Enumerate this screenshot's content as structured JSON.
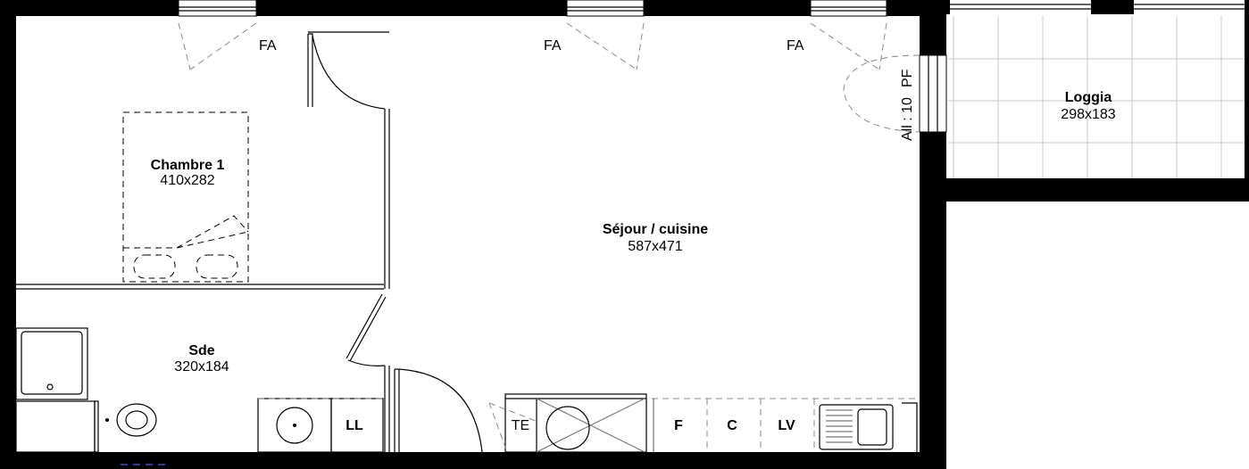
{
  "plan": {
    "rooms": [
      {
        "id": "chambre",
        "name": "Chambre 1",
        "dims": "410x282"
      },
      {
        "id": "sejour",
        "name": "Séjour / cuisine",
        "dims": "587x471"
      },
      {
        "id": "sde",
        "name": "Sde",
        "dims": "320x184"
      },
      {
        "id": "loggia",
        "name": "Loggia",
        "dims": "298x183"
      }
    ],
    "window_labels": [
      "FA",
      "FA",
      "FA"
    ],
    "door_label": "PF",
    "allege_label": "All : 10",
    "fixtures": {
      "ll": "LL",
      "te": "TE",
      "f": "F",
      "c": "C",
      "lv": "LV"
    }
  }
}
